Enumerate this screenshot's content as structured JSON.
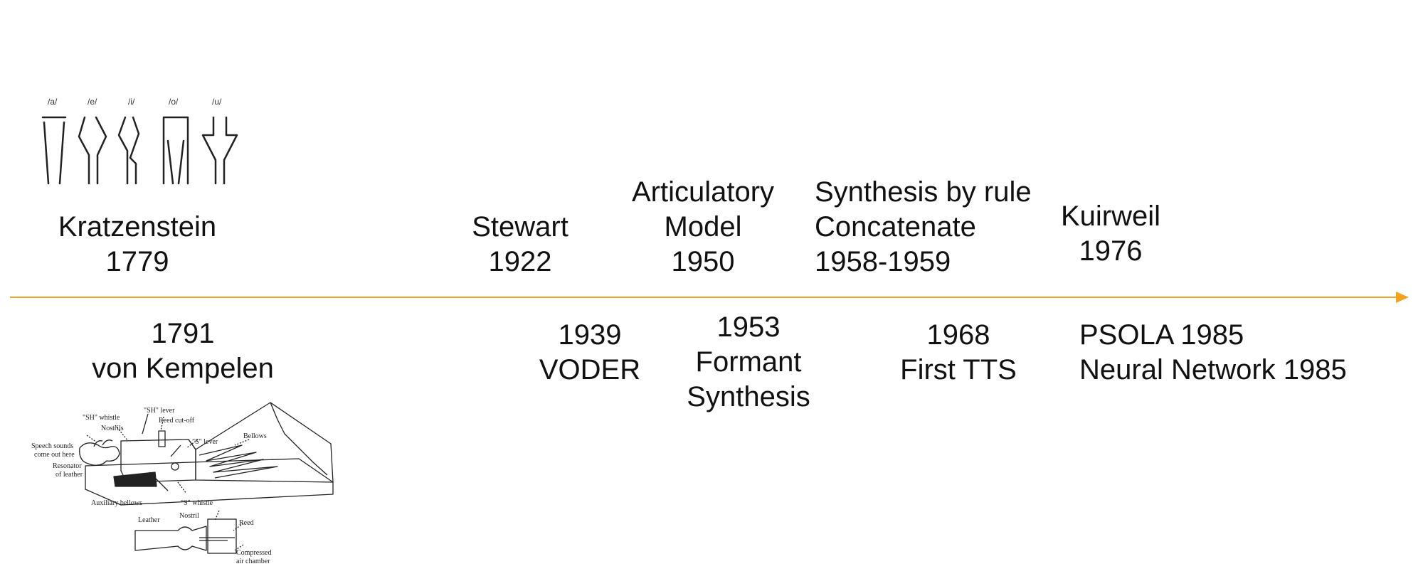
{
  "colors": {
    "axis": "#f2a321",
    "text": "#111111",
    "drawing": "#222222"
  },
  "vowels": [
    "/a/",
    "/e/",
    "/i/",
    "/o/",
    "/u/"
  ],
  "above": [
    {
      "lines": [
        "Kratzenstein",
        "1779"
      ]
    },
    {
      "lines": [
        "Stewart",
        "1922"
      ]
    },
    {
      "lines": [
        "Articulatory",
        "Model",
        "1950"
      ]
    },
    {
      "lines": [
        "Synthesis by rule",
        "Concatenate",
        "1958-1959"
      ]
    },
    {
      "lines": [
        "Kuirweil",
        "1976"
      ]
    }
  ],
  "below": [
    {
      "lines": [
        "1791",
        "von Kempelen"
      ]
    },
    {
      "lines": [
        "1939",
        "VODER"
      ]
    },
    {
      "lines": [
        "1953",
        "Formant",
        "Synthesis"
      ]
    },
    {
      "lines": [
        "1968",
        "First TTS"
      ]
    },
    {
      "lines": [
        "PSOLA 1985",
        "Neural Network 1985"
      ]
    }
  ],
  "drawing_labels": {
    "sh_whistle": "\"SH\" whistle",
    "sh_lever": "\"SH\" lever",
    "nostrils": "Nostrils",
    "reed_cutoff": "Reed cut-off",
    "s_lever": "\"S\" lever",
    "bellows": "Bellows",
    "speech_sounds_1": "Speech sounds",
    "speech_sounds_2": "come out here",
    "resonator_1": "Resonator",
    "resonator_2": "of leather",
    "aux_bellows": "Auxiliary bellows",
    "s_whistle": "\"S\" whistle",
    "leather": "Leather",
    "nostril": "Nostril",
    "reed": "Reed",
    "compressed_1": "Compressed",
    "compressed_2": "air chamber"
  }
}
